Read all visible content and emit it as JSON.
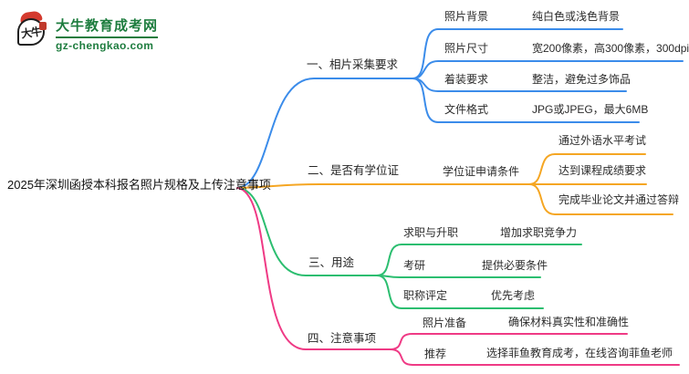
{
  "logo": {
    "icon_text": "大牛",
    "site_name": "大牛教育成考网",
    "site_domain": "gz-chengkao.com",
    "brand_color": "#1d7c3e"
  },
  "mindmap": {
    "root": "2025年深圳函授本科报名照片规格及上传注意事项",
    "branches": [
      {
        "label": "一、相片采集要求",
        "color": "#3b8cea",
        "rows": [
          {
            "key": "照片背景",
            "value": "纯白色或浅色背景"
          },
          {
            "key": "照片尺寸",
            "value": "宽200像素，高300像素，300dpi"
          },
          {
            "key": "着装要求",
            "value": "整洁，避免过多饰品"
          },
          {
            "key": "文件格式",
            "value": "JPG或JPEG，最大6MB"
          }
        ]
      },
      {
        "label": "二、是否有学位证",
        "color": "#f5a623",
        "mid": "学位证申请条件",
        "rows": [
          {
            "value": "通过外语水平考试"
          },
          {
            "value": "达到课程成绩要求"
          },
          {
            "value": "完成毕业论文并通过答辩"
          }
        ]
      },
      {
        "label": "三、用途",
        "color": "#2cbe70",
        "rows": [
          {
            "key": "求职与升职",
            "value": "增加求职竞争力"
          },
          {
            "key": "考研",
            "value": "提供必要条件"
          },
          {
            "key": "职称评定",
            "value": "优先考虑"
          }
        ]
      },
      {
        "label": "四、注意事项",
        "color": "#ef3a85",
        "rows": [
          {
            "key": "照片准备",
            "value": "确保材料真实性和准确性"
          },
          {
            "key": "推荐",
            "value": "选择菲鱼教育成考，在线咨询菲鱼老师"
          }
        ]
      }
    ]
  }
}
